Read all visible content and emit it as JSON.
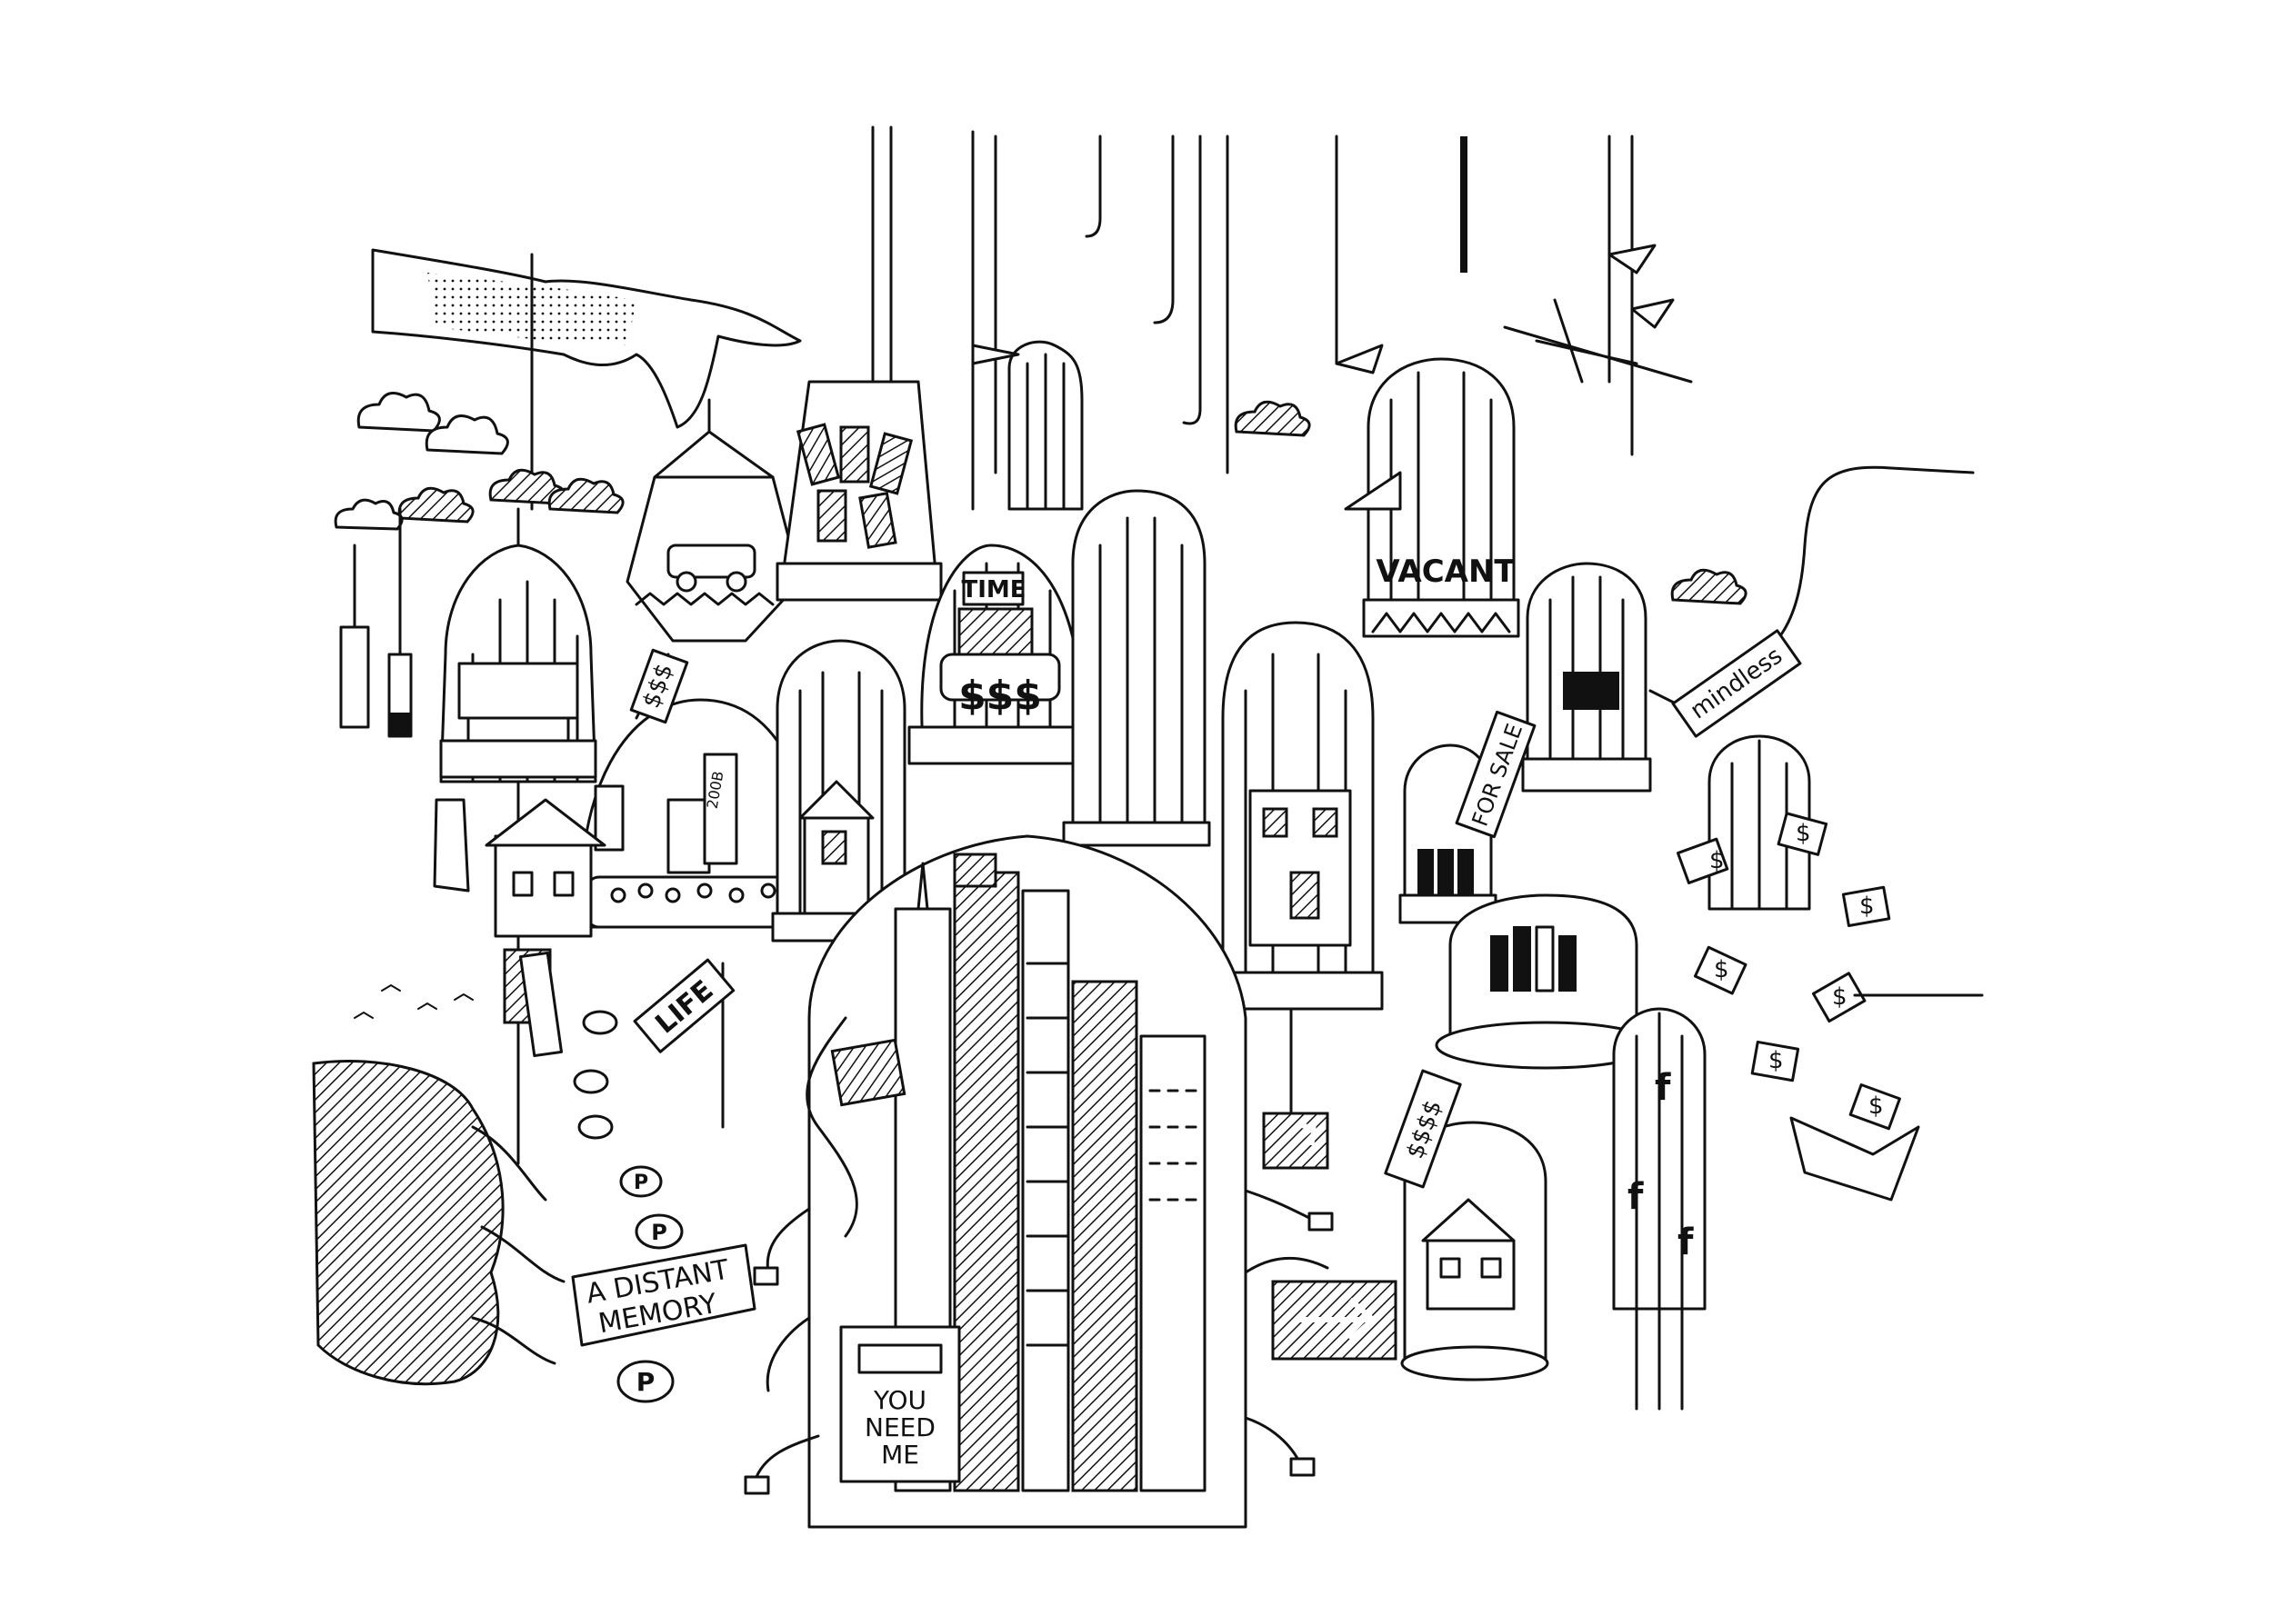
{
  "labels": {
    "cage_time": "TIME",
    "cage_dollars": "$$$",
    "cage_vacant": "VACANT",
    "tag_sss_pills": "$$$",
    "tag_life": "LIFE",
    "tag_for_sale": "FOR SALE",
    "tag_sss_house": "$$$$",
    "tag_mindless": "mindless",
    "bottle_label": "200B",
    "sign_memory_line1": "A DISTANT",
    "sign_memory_line2": "MEMORY",
    "box_line1": "YOU",
    "box_line2": "NEED",
    "box_line3": "ME",
    "coin_letter": "P",
    "money_symbol": "$",
    "social_letter": "f"
  },
  "colors": {
    "ink": "#111111",
    "paper": "#ffffff"
  }
}
